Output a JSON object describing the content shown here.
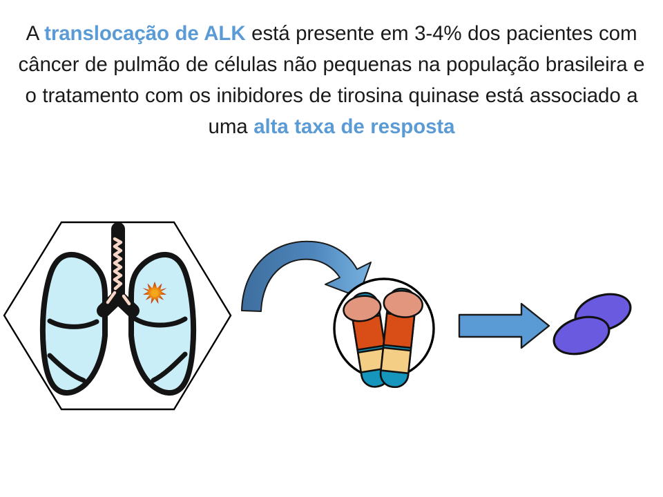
{
  "slide": {
    "background_color": "#ffffff",
    "accent_color": "#5B9BD5",
    "text_color": "#1a1a1a"
  },
  "headline": {
    "segments": [
      {
        "text": "A ",
        "highlight": false
      },
      {
        "text": "translocação de ALK",
        "highlight": true
      },
      {
        "text": " está presente em 3-4% dos pacientes com câncer de pulmão de células não pequenas na população brasileira e o tratamento com os inibidores de tirosina quinase está associado a uma ",
        "highlight": false
      },
      {
        "text": "alta taxa de resposta",
        "highlight": true
      }
    ],
    "full_text": "A translocação de ALK está presente em 3-4% dos pacientes com câncer de pulmão de células não pequenas na população brasileira e o tratamento com os inibidores de tirosina quinase está associado a uma alta taxa de resposta",
    "lines": [
      "A translocação de ALK está presente em 3-4% dos",
      "pacientes com câncer de pulmão de células não pequenas",
      "na população brasileira e o tratamento com os inibidores",
      "de tirosina quinase está associado a uma alta taxa de",
      "resposta"
    ]
  },
  "diagram": {
    "lung_panel": {
      "name": "lung-hexagon-panel",
      "shape": "hexagon",
      "outline_color": "#000000",
      "lung_fill": "#C9EEF7",
      "lung_outline": "#141414",
      "trachea_fill": "#141414",
      "cartilage_color": "#F7D6C8",
      "tumor_outer_color": "#C0271A",
      "tumor_inner_color": "#F0A81E"
    },
    "curved_arrow": {
      "name": "curved-arrow",
      "fill_start": "#3E6E9E",
      "fill_end": "#6FAADC",
      "outline_color": "#1a1a1a"
    },
    "chromosome_panel": {
      "name": "chromosome-circle-panel",
      "shape": "circle",
      "outline_color": "#000000",
      "band_colors": {
        "cap_teal": "#1696BC",
        "arm_salmon": "#E2967E",
        "band_orange": "#D94E16",
        "band_tan": "#F5CE86"
      },
      "chromosome_count": 2
    },
    "straight_arrow": {
      "name": "straight-arrow",
      "fill": "#5B9BD5",
      "outline_color": "#1a1a1a"
    },
    "cells": {
      "name": "tumor-cells",
      "fill": "#6A5AE0",
      "outline_color": "#111111",
      "count": 2
    }
  }
}
